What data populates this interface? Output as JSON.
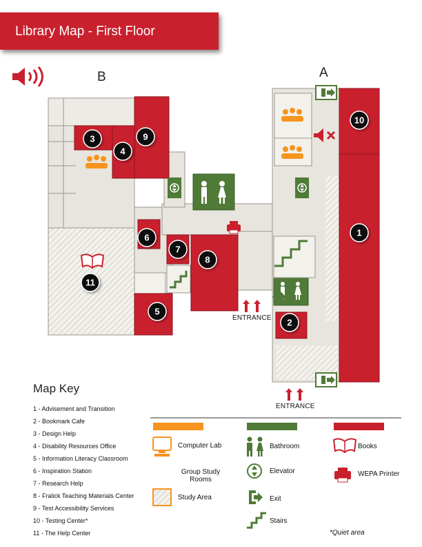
{
  "header": {
    "title": "Library Map - First Floor"
  },
  "icons": {
    "sound": "speaker-sound-icon",
    "quiet": "speaker-muted-icon",
    "books": "open-book-icon",
    "printer": "printer-icon"
  },
  "colors": {
    "banner": "#c9202e",
    "red": "#c9202e",
    "green": "#4f7a37",
    "orange": "#f7941d",
    "floor": "#e7e5dd"
  },
  "map": {
    "wing_b": "B",
    "wing_a": "A",
    "markers": [
      "1",
      "2",
      "3",
      "4",
      "5",
      "6",
      "7",
      "8",
      "9",
      "10",
      "11"
    ],
    "entrance_main": "ENTRANCE",
    "entrance_lower": "ENTRANCE"
  },
  "key": {
    "title": "Map Key",
    "items": [
      "1 - Advisement and Transition",
      "2 - Bookmark Cafe",
      "3 - Design Help",
      "4 - Disability Resources Office",
      "5 - Information Literacy Classroom",
      "6 - Inspiration Station",
      "7 - Research Help",
      "8 - Fralick Teaching Materials Center",
      "9 - Test Accessibility Services",
      "10 - Testing Center*",
      "11 - The Help Center"
    ]
  },
  "legend": {
    "computer_lab": "Computer Lab",
    "group_study": "Group Study Rooms",
    "study_area": "Study Area",
    "bathroom": "Bathroom",
    "elevator": "Elevator",
    "exit": "Exit",
    "stairs": "Stairs",
    "books": "Books",
    "printer": "WEPA Printer",
    "quiet": "*Quiet area"
  }
}
